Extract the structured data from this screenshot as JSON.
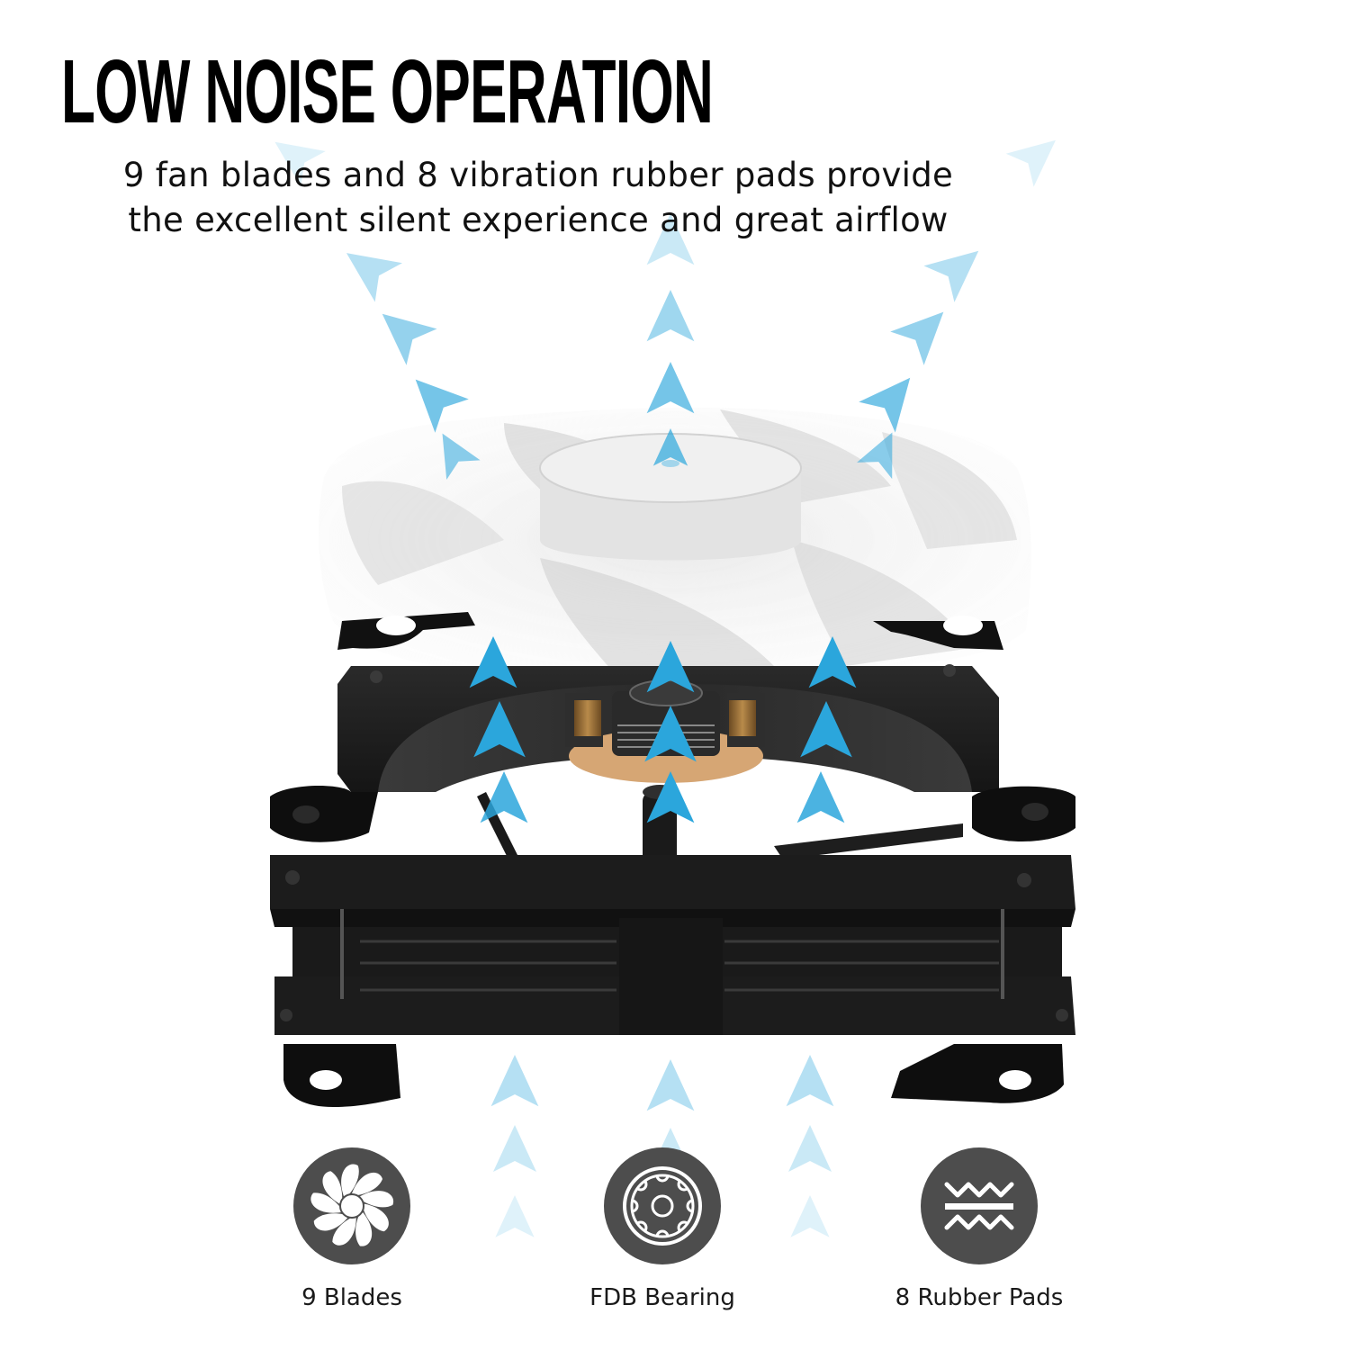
{
  "header": {
    "title": "LOW NOISE OPERATION",
    "subtitle_lines": [
      "9 fan blades and 8 vibration rubber pads provide",
      "the excellent silent experience and great airflow"
    ]
  },
  "product_image": {
    "subject": "exploded-view-cooling-fan",
    "components": [
      "fan-blade-rotor",
      "motor-stator",
      "fdb-bearing-hub",
      "fan-frame",
      "rubber-anti-vibration-pads"
    ],
    "airflow_arrow_color": "#2ba6dc",
    "frame_color": "#1e1e1e",
    "hub_base_color": "#d8a878",
    "blade_color": "#e6e6e6"
  },
  "features": [
    {
      "icon": "fan-blades-icon",
      "label": "9 Blades"
    },
    {
      "icon": "bearing-icon",
      "label": "FDB Bearing"
    },
    {
      "icon": "rubber-pad-wave-icon",
      "label": "8 Rubber Pads"
    }
  ],
  "colors": {
    "background": "#ffffff",
    "text": "#111111",
    "badge": "#4d4d4d",
    "arrow": "#2ba6dc",
    "arrow_light": "#a9dcf0"
  }
}
